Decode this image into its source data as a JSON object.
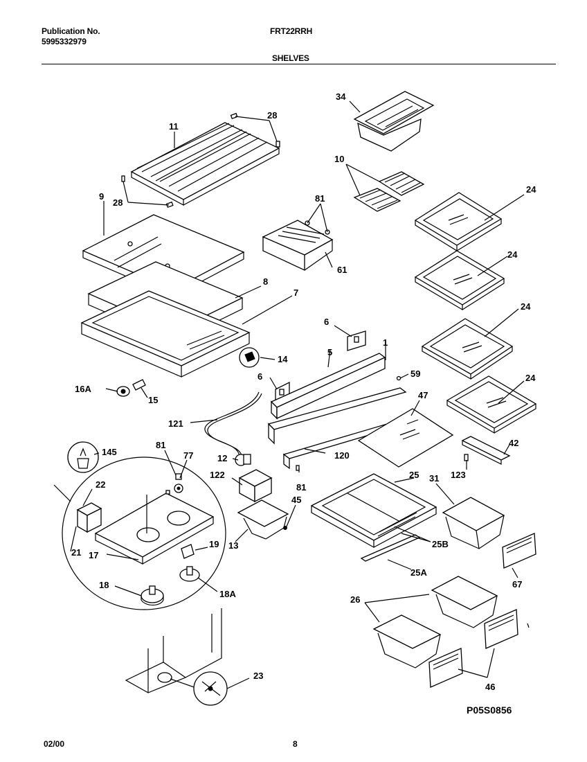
{
  "header": {
    "publication_label": "Publication No.",
    "publication_number": "5995332979",
    "model": "FRT22RRH",
    "section": "SHELVES"
  },
  "footer": {
    "date": "02/00",
    "page": "8",
    "drawing_code": "P05S0856"
  },
  "callouts": [
    "34",
    "11",
    "28",
    "10",
    "24",
    "9",
    "28",
    "81",
    "24",
    "61",
    "8",
    "7",
    "24",
    "6",
    "1",
    "5",
    "14",
    "16A",
    "15",
    "6",
    "59",
    "24",
    "47",
    "121",
    "42",
    "145",
    "81",
    "77",
    "12",
    "120",
    "122",
    "123",
    "25",
    "31",
    "22",
    "81",
    "45",
    "19",
    "13",
    "25B",
    "21",
    "17",
    "25A",
    "67",
    "18",
    "18A",
    "26",
    "23",
    "46"
  ]
}
